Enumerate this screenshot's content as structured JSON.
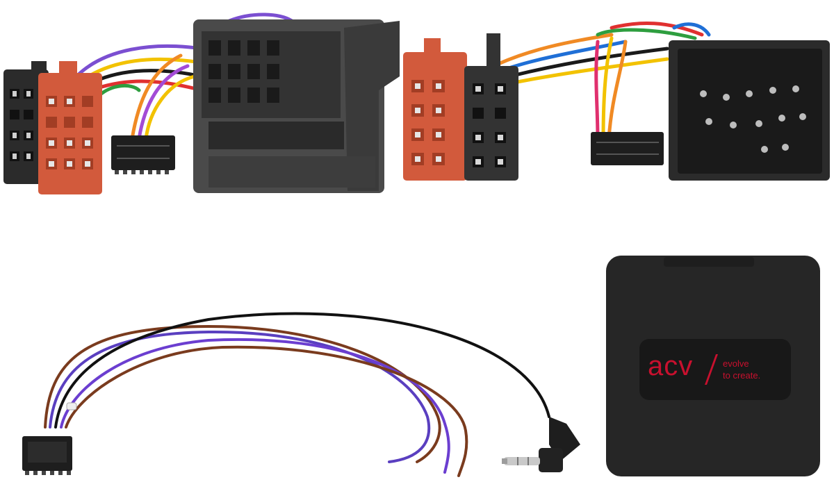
{
  "product": {
    "brand_logo": "acv",
    "brand_tagline_line1": "evolve",
    "brand_tagline_line2": "to create."
  },
  "colors": {
    "background": "#ffffff",
    "connector_black": "#2b2b2b",
    "connector_red": "#d25a3c",
    "module_body": "#262626",
    "logo_red": "#c8102e",
    "wire_brown": "#7a3b1e",
    "wire_violet": "#5a3fc0",
    "wire_black": "#111111"
  },
  "icons": [
    "iso-connector-icon",
    "quadlock-connector-icon",
    "round-pin-connector-icon",
    "ribbon-plug-icon",
    "jack-plug-icon"
  ]
}
